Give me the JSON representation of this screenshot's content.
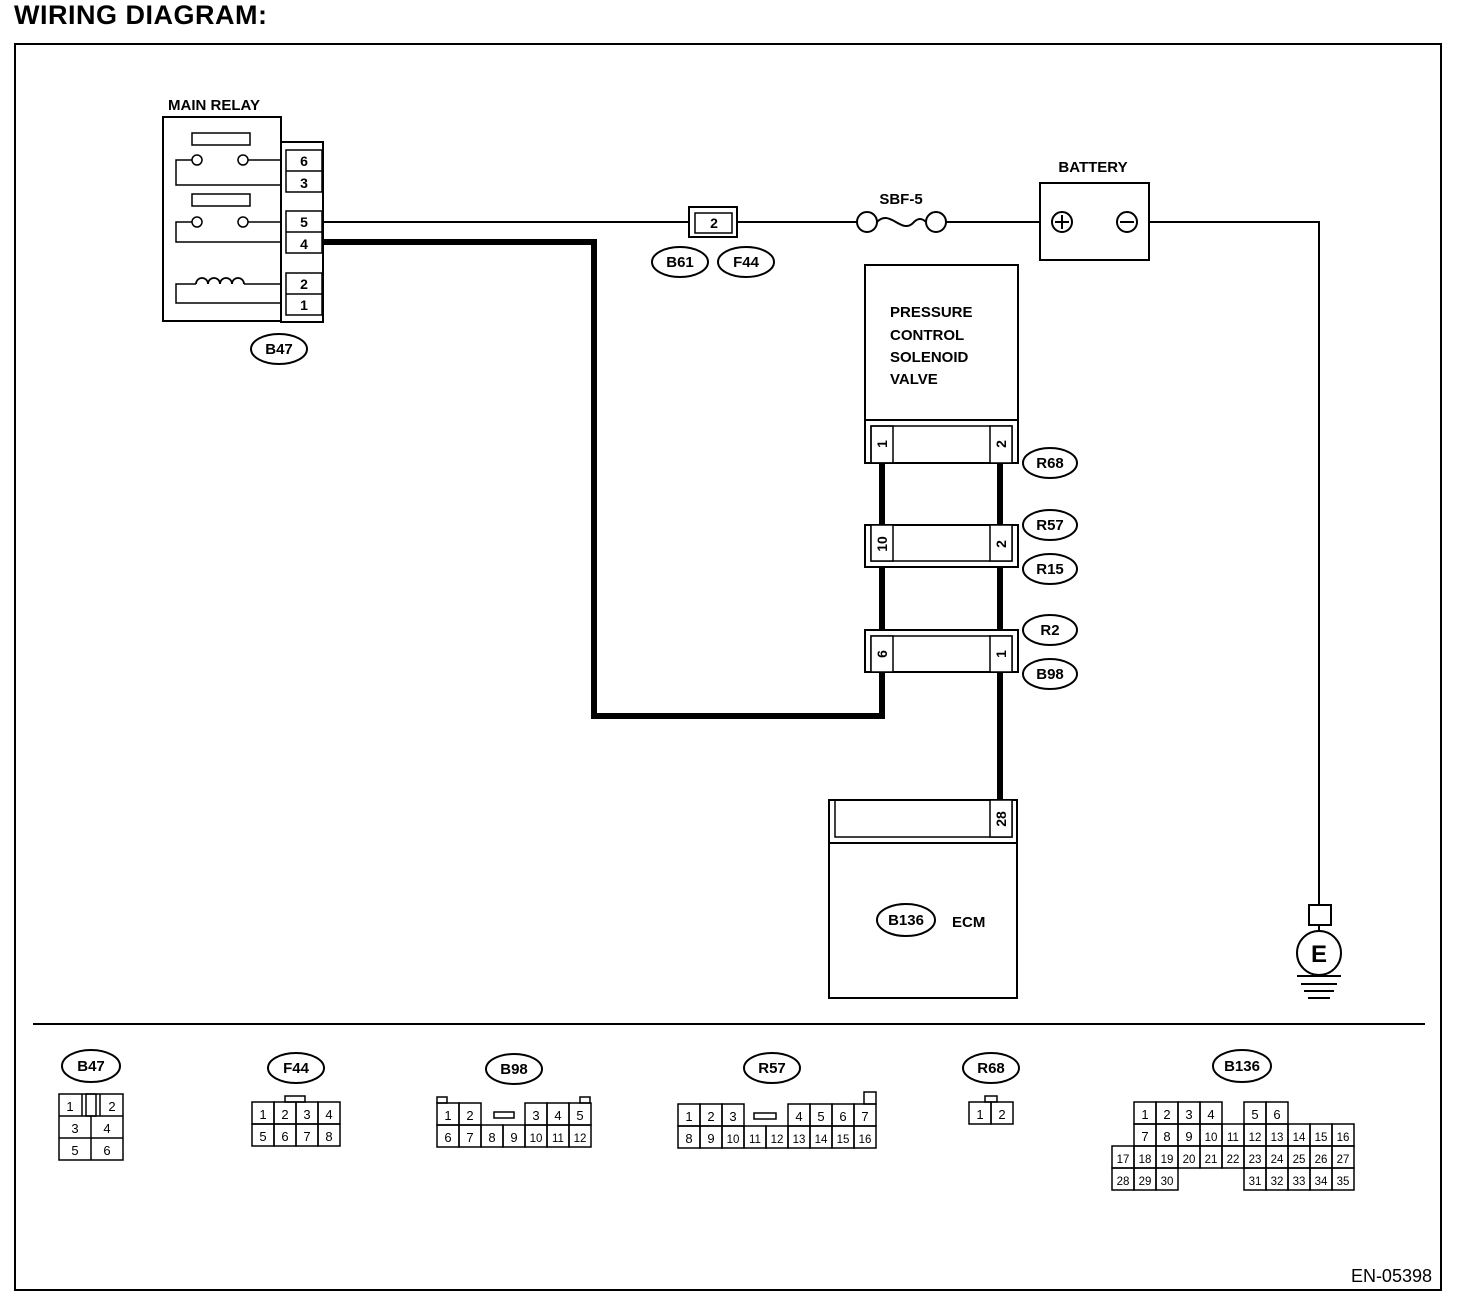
{
  "title": "WIRING DIAGRAM:",
  "doc_id": "EN-05398",
  "main_relay": {
    "label": "MAIN RELAY",
    "pins": [
      "6",
      "3",
      "5",
      "4",
      "2",
      "1"
    ],
    "connector": "B47"
  },
  "joint": {
    "pin": "2",
    "connectors": [
      "B61",
      "F44"
    ]
  },
  "fuse": {
    "label": "SBF-5"
  },
  "battery": {
    "label": "BATTERY"
  },
  "solenoid": {
    "lines": [
      "PRESSURE",
      "CONTROL",
      "SOLENOID",
      "VALVE"
    ],
    "connectors": [
      {
        "left_pin": "1",
        "right_pin": "2",
        "labels": [
          "R68"
        ]
      },
      {
        "left_pin": "10",
        "right_pin": "2",
        "labels": [
          "R57",
          "R15"
        ]
      },
      {
        "left_pin": "6",
        "right_pin": "1",
        "labels": [
          "R2",
          "B98"
        ]
      }
    ]
  },
  "ecm": {
    "label": "ECM",
    "connector": "B136",
    "pin": "28"
  },
  "ground": {
    "label": "E"
  },
  "connector_views": {
    "B47": [
      "1",
      "2",
      "3",
      "4",
      "5",
      "6"
    ],
    "F44": [
      "1",
      "2",
      "3",
      "4",
      "5",
      "6",
      "7",
      "8"
    ],
    "B98": [
      "1",
      "2",
      "3",
      "4",
      "5",
      "6",
      "7",
      "8",
      "9",
      "10",
      "11",
      "12"
    ],
    "R57": [
      "1",
      "2",
      "3",
      "4",
      "5",
      "6",
      "7",
      "8",
      "9",
      "10",
      "11",
      "12",
      "13",
      "14",
      "15",
      "16"
    ],
    "R68": [
      "1",
      "2"
    ],
    "B136": [
      "1",
      "2",
      "3",
      "4",
      "5",
      "6",
      "7",
      "8",
      "9",
      "10",
      "11",
      "12",
      "13",
      "14",
      "15",
      "16",
      "17",
      "18",
      "19",
      "20",
      "21",
      "22",
      "23",
      "24",
      "25",
      "26",
      "27",
      "28",
      "29",
      "30",
      "31",
      "32",
      "33",
      "34",
      "35"
    ]
  }
}
